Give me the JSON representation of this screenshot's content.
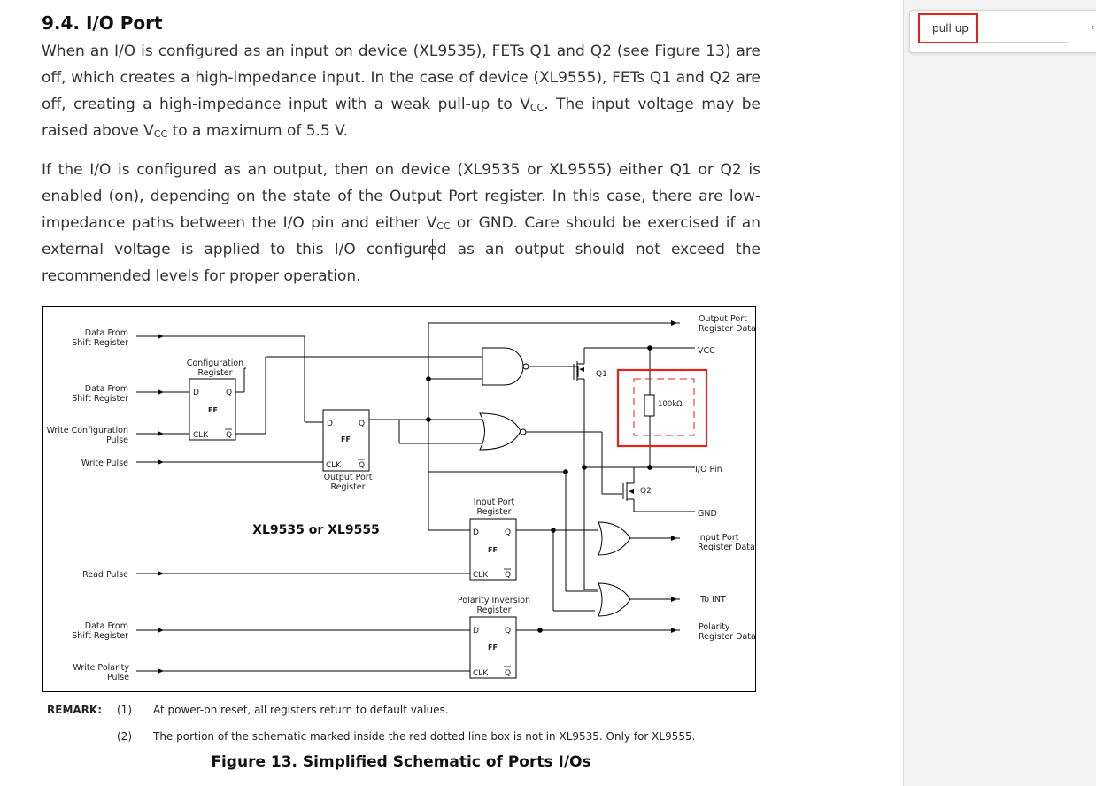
{
  "document": {
    "heading": "9.4. I/O Port",
    "p1": [
      "When an I/O is configured as an input on device (XL9535), FETs Q1 and Q2 (see Figure 13) are off, which creates a high-impedance input. In the case of device (XL9555), FETs Q1 and Q2 are off, creating a high-impedance input with a weak pull-up to V",
      "CC",
      ". The input voltage may be raised above V",
      "CC",
      " to a maximum of 5.5 V."
    ],
    "p2": [
      "If the I/O is configured as an output, then on device (XL9535 or XL9555) either Q1 or Q2 is enabled (on), depending on the state of the Output Port register. In this case, there are low-impedance paths between the I/O pin and either V",
      "CC",
      " or GND. Care should be exercised if an external voltage is applied to this I/O configured as an output should not exceed the recommended levels for proper operation."
    ],
    "remark_label": "REMARK:",
    "remarks": [
      {
        "num": "(1)",
        "text": "At power-on reset, all registers return to default values."
      },
      {
        "num": "(2)",
        "text": "The portion of the schematic marked inside the red dotted line box is not in XL9535. Only for XL9555."
      }
    ],
    "caption": "Figure 13. Simplified Schematic of Ports I/Os"
  },
  "schematic": {
    "inputs": {
      "data_from_shift_1": [
        "Data From",
        "Shift Register"
      ],
      "data_from_shift_2": [
        "Data From",
        "Shift Register"
      ],
      "write_config": [
        "Write Configuration",
        "Pulse"
      ],
      "write_pulse": "Write Pulse",
      "read_pulse": "Read Pulse",
      "data_from_shift_3": [
        "Data From",
        "Shift Register"
      ],
      "write_polarity": [
        "Write Polarity",
        "Pulse"
      ]
    },
    "outputs": {
      "output_port_data": [
        "Output Port",
        "Register Data"
      ],
      "vcc": "VCC",
      "io_pin": "I/O Pin",
      "gnd": "GND",
      "input_port_data": [
        "Input Port",
        "Register Data"
      ],
      "to_int": "To INT",
      "polarity_data": [
        "Polarity",
        "Register Data"
      ]
    },
    "blocks": {
      "config": [
        "Configuration",
        "Register"
      ],
      "output_port": [
        "Output Port",
        "Register"
      ],
      "input_port": [
        "Input Port",
        "Register"
      ],
      "polarity": [
        "Polarity Inversion",
        "Register"
      ]
    },
    "ff": {
      "d": "D",
      "q": "Q",
      "qbar": "Q",
      "clk": "CLK",
      "label": "FF"
    },
    "transistors": {
      "q1": "Q1",
      "q2": "Q2"
    },
    "resistor": "100kΩ",
    "device": "XL9535 or XL9555"
  },
  "search": {
    "value": "pull up"
  },
  "colors": {
    "highlight": "#e2231a",
    "text": "#333333",
    "panel": "#f3f3f3"
  }
}
